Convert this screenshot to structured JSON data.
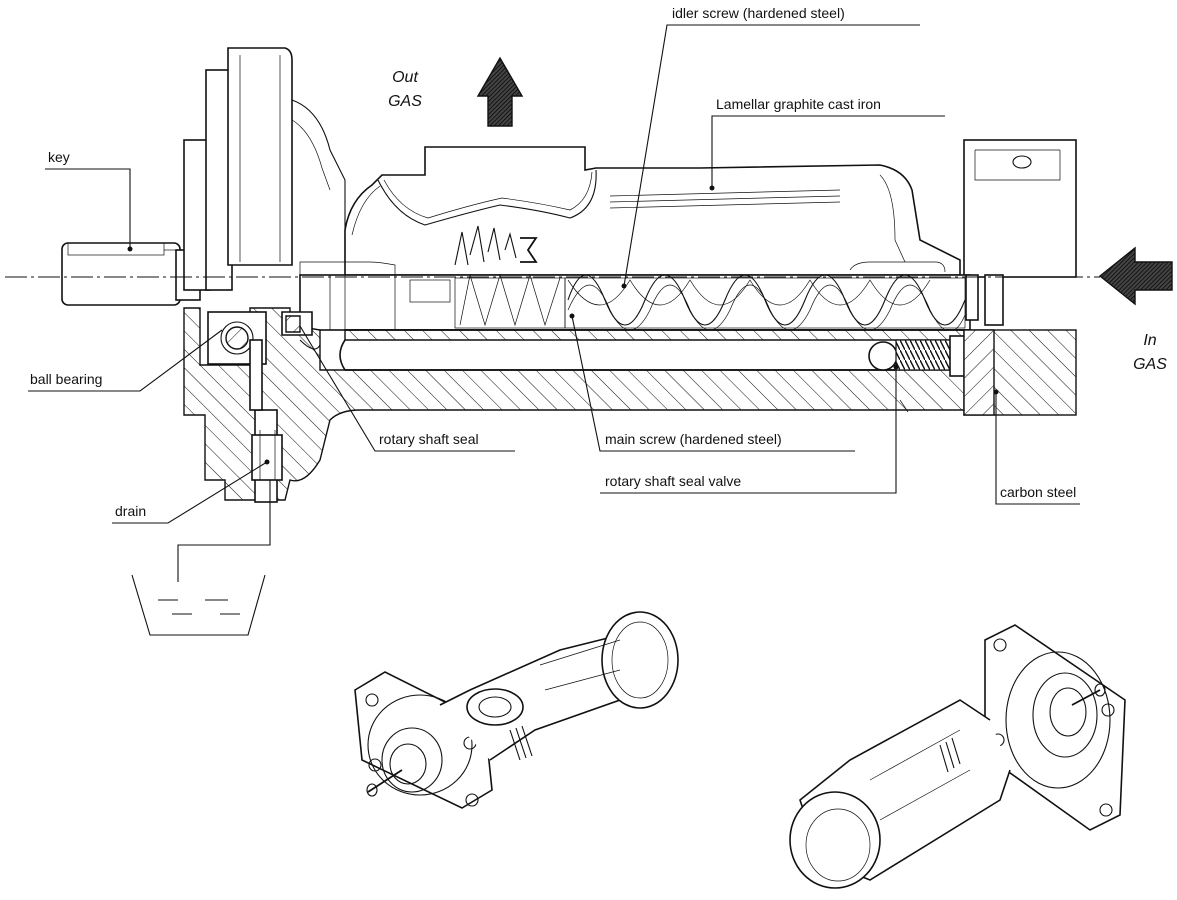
{
  "labels": {
    "idler_screw": "idler screw (hardened steel)",
    "cast_iron": "Lamellar graphite cast iron",
    "key": "key",
    "ball_bearing": "ball bearing",
    "rotary_shaft_seal": "rotary shaft seal",
    "main_screw": "main screw (hardened steel)",
    "seal_valve": "rotary shaft seal valve",
    "carbon_steel": "carbon steel",
    "drain": "drain"
  },
  "flow": {
    "out_line1": "Out",
    "out_line2": "GAS",
    "in_line1": "In",
    "in_line2": "GAS"
  },
  "colors": {
    "line": "#111111",
    "background": "#ffffff"
  }
}
